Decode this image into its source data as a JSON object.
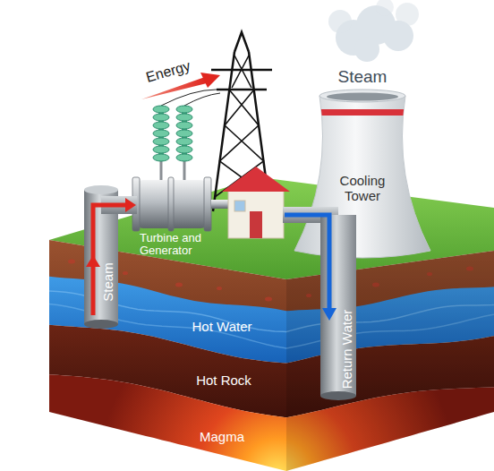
{
  "diagram": {
    "nodes": [
      {
        "text": [
          "Cooling Tower"
        ]
      },
      {
        "text": [
          "Hot Water"
        ]
      },
      {
        "text": [
          "Hot Rock"
        ]
      },
      {
        "text": [
          "Magma"
        ]
      }
    ],
    "labels": [
      "Energy",
      "Steam",
      "Turbine and Generator",
      "Steam",
      "Return Water"
    ]
  }
}
